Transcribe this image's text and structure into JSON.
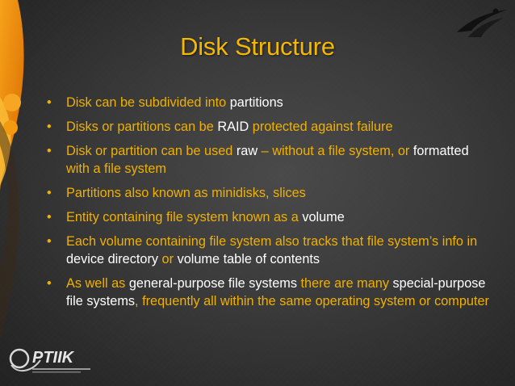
{
  "slide": {
    "title": "Disk Structure",
    "bullets": [
      [
        {
          "t": "Disk can be subdivided into ",
          "c": "y"
        },
        {
          "t": "partitions",
          "c": "w"
        }
      ],
      [
        {
          "t": "Disks or partitions can be ",
          "c": "y"
        },
        {
          "t": "RAID",
          "c": "w"
        },
        {
          "t": " protected against failure",
          "c": "y"
        }
      ],
      [
        {
          "t": "Disk or partition can be used ",
          "c": "y"
        },
        {
          "t": "raw",
          "c": "w"
        },
        {
          "t": " – without a file system, or ",
          "c": "y"
        },
        {
          "t": "formatted",
          "c": "w"
        },
        {
          "t": " with a file system",
          "c": "y"
        }
      ],
      [
        {
          "t": "Partitions also known as minidisks, slices",
          "c": "y"
        }
      ],
      [
        {
          "t": "Entity containing file system known as a ",
          "c": "y"
        },
        {
          "t": "volume",
          "c": "w"
        }
      ],
      [
        {
          "t": "Each volume containing file system also tracks that file system’s info in ",
          "c": "y"
        },
        {
          "t": "device directory",
          "c": "w"
        },
        {
          "t": " or ",
          "c": "y"
        },
        {
          "t": "volume table of contents",
          "c": "w"
        }
      ],
      [
        {
          "t": "As well as ",
          "c": "y"
        },
        {
          "t": "general-purpose file systems",
          "c": "w"
        },
        {
          "t": " there are many ",
          "c": "y"
        },
        {
          "t": "special-purpose file systems",
          "c": "w"
        },
        {
          "t": ", frequently all within the same operating system or computer",
          "c": "y"
        }
      ]
    ]
  },
  "footer": {
    "logo_text": "PTIIK"
  },
  "colors": {
    "accent": "#f5b800",
    "highlight": "#ffffff",
    "orange_swoosh": "#f08a10"
  },
  "icons": {
    "corner": "swoosh-logo-icon",
    "footer": "ptiik-logo-icon"
  }
}
